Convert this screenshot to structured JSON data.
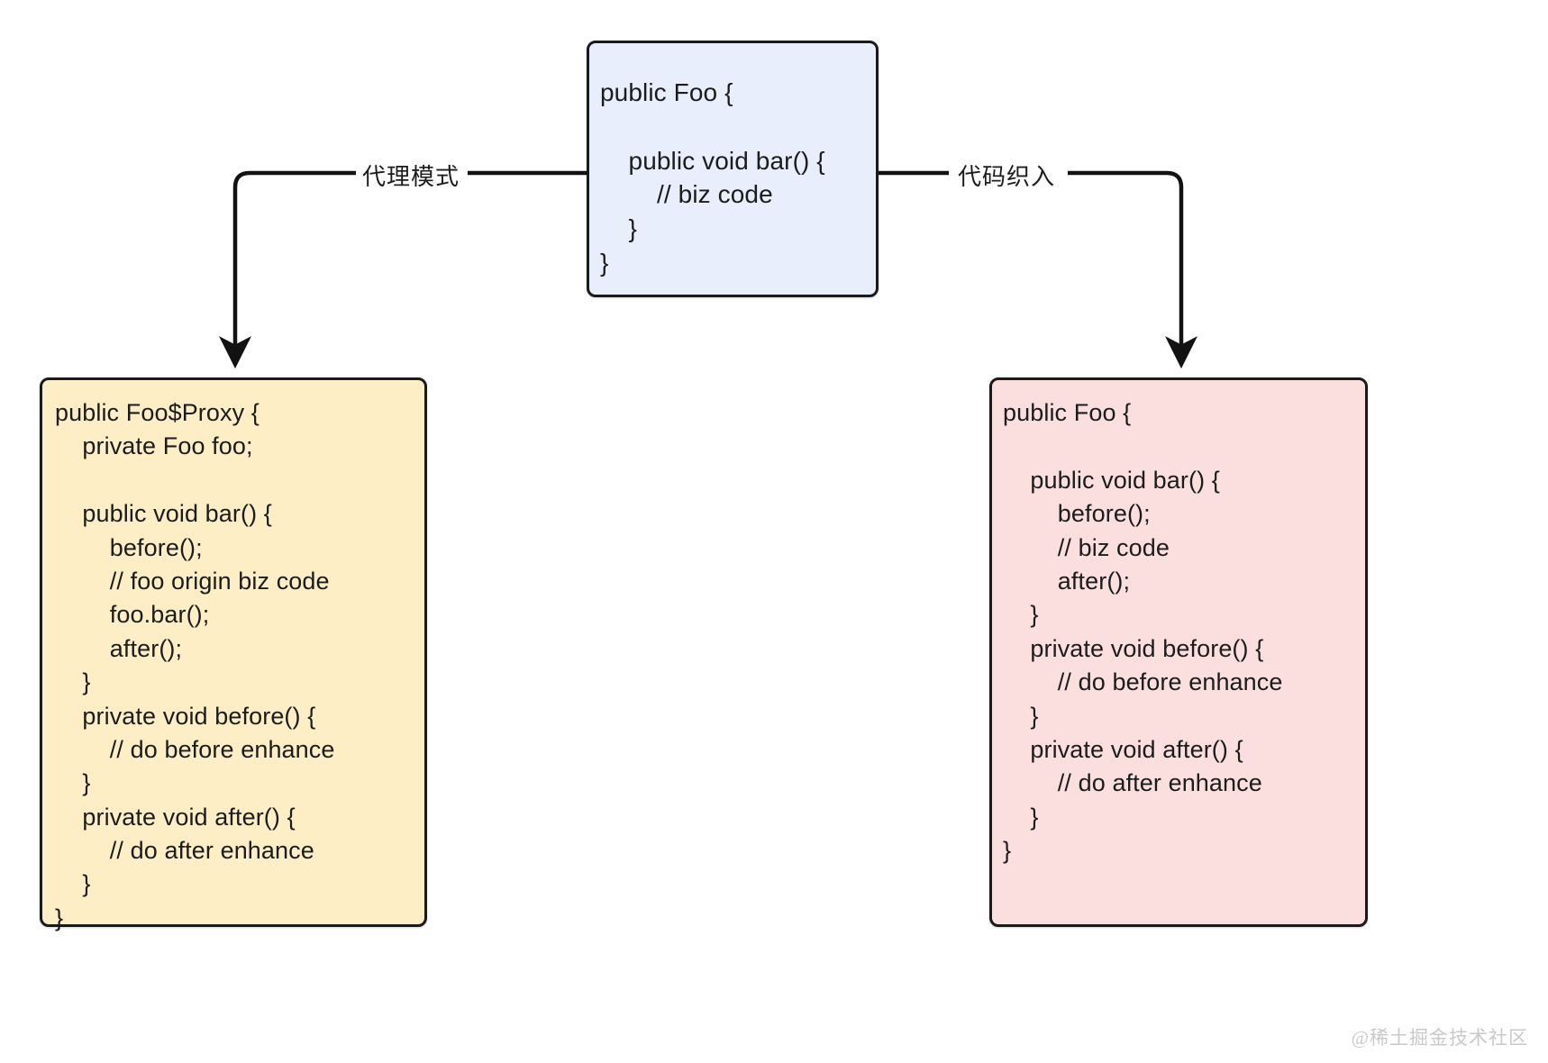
{
  "diagram": {
    "title": "AOP implementation comparison",
    "background": "#ffffff",
    "watermark": "@稀土掘金技术社区"
  },
  "nodes": {
    "origin": {
      "id": "origin-class",
      "fill": "#e8eefb",
      "stroke": "#1a1a1a",
      "code": "public Foo {\n\n    public void bar() {\n        // biz code\n    }\n}"
    },
    "proxy": {
      "id": "proxy-class",
      "fill": "#fdeec6",
      "stroke": "#1a1a1a",
      "code": "public Foo$Proxy {\n    private Foo foo;\n\n    public void bar() {\n        before();\n        // foo origin biz code\n        foo.bar();\n        after();\n    }\n    private void before() {\n        // do before enhance\n    }\n    private void after() {\n        // do after enhance\n    }\n}"
    },
    "weave": {
      "id": "weave-class",
      "fill": "#fbdfdf",
      "stroke": "#1a1a1a",
      "code": "public Foo {\n\n    public void bar() {\n        before();\n        // biz code\n        after();\n    }\n    private void before() {\n        // do before enhance\n    }\n    private void after() {\n        // do after enhance\n    }\n}"
    }
  },
  "edges": [
    {
      "id": "edge-proxy",
      "label": "代理模式",
      "from": "origin-class",
      "to": "proxy-class",
      "color": "#121212"
    },
    {
      "id": "edge-weave",
      "label": "代码织入",
      "from": "origin-class",
      "to": "weave-class",
      "color": "#121212"
    }
  ]
}
